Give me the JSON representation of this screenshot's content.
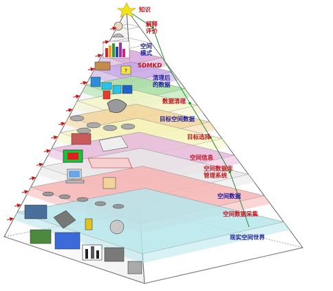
{
  "pyramid": {
    "apex_label": "知识",
    "levels": [
      {
        "id": "jieshi",
        "label": "解释\n评价",
        "color": "#c2141c",
        "fill": "#ffffff"
      },
      {
        "id": "kongjian-moshi",
        "label": "空间\n模式",
        "color": "#1a1a9c",
        "fill": "#ffffff"
      },
      {
        "id": "sdmkd",
        "label": "SDMKD",
        "color": "#c2141c",
        "fill": "#d7a7d9"
      },
      {
        "id": "qingli",
        "label": "清理后\n的数据",
        "color": "#1a1a9c",
        "fill": "#c6a6e6"
      },
      {
        "id": "shuju-qingli",
        "label": "数据清理",
        "color": "#c2141c",
        "fill": "#a8e0a0"
      },
      {
        "id": "mubiao-shuju",
        "label": "目标空间数据",
        "color": "#1a1a9c",
        "fill": "#f4f4c8"
      },
      {
        "id": "mubiao-xuanze",
        "label": "目标选择",
        "color": "#c2141c",
        "fill": "#f2d49a"
      },
      {
        "id": "kongjian-xinxi",
        "label": "空间信息",
        "color": "#c2141c",
        "fill": "#f6f6c0"
      },
      {
        "id": "guanli",
        "label": "空间数据库\n管理系统",
        "color": "#c2141c",
        "fill": "#e6b8de"
      },
      {
        "id": "kongjian-shuju",
        "label": "空间数据",
        "color": "#1a1a9c",
        "fill": "#e8e8e8"
      },
      {
        "id": "caiji",
        "label": "空间数据采集",
        "color": "#c2141c",
        "fill": "#f7b4b4"
      },
      {
        "id": "xianshi",
        "label": "现实空间世界",
        "color": "#1a1a9c",
        "fill": "#b6e6ec"
      }
    ]
  },
  "colors": {
    "apex_star": "#f5e31a",
    "arrow_red": "#c81414",
    "arrow_green": "#1f8a2a",
    "edge": "#555555"
  }
}
